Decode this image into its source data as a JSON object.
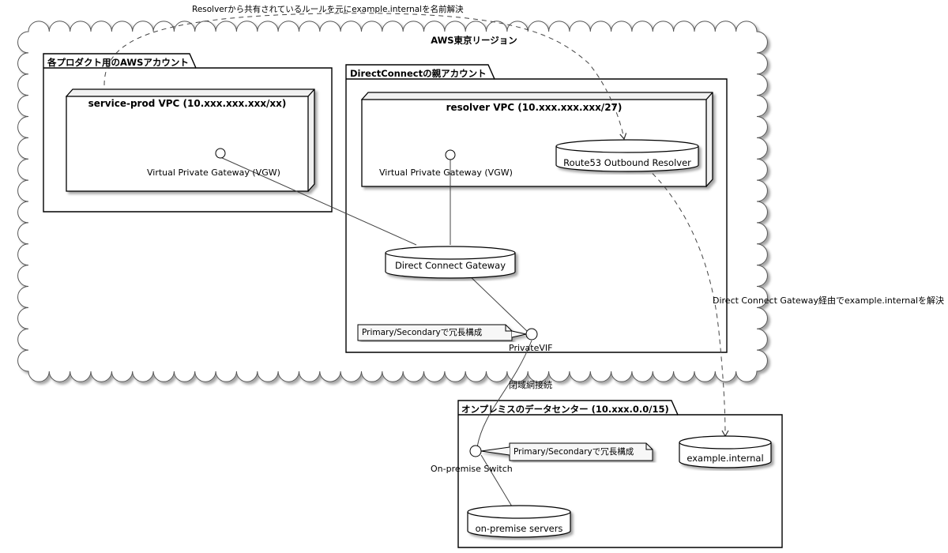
{
  "region": {
    "label": "AWS東京リージョン"
  },
  "product_account": {
    "title": "各プロダクト用のAWSアカウント",
    "vpc_title": "service-prod VPC (10.xxx.xxx.xxx/xx)",
    "vgw_label": "Virtual Private Gateway (VGW)"
  },
  "dc_account": {
    "title": "DirectConnectの親アカウント",
    "vpc_title": "resolver VPC (10.xxx.xxx.xxx/27)",
    "vgw_label": "Virtual Private Gateway (VGW)",
    "resolver_label": "Route53 Outbound Resolver",
    "dcgw_label": "Direct Connect Gateway",
    "vif_label": "PrivateVIF",
    "vif_note": "Primary/Secondaryで冗長構成"
  },
  "onprem": {
    "title": "オンプレミスのデータセンター (10.xxx.0.0/15)",
    "switch_label": "On-premise Switch",
    "switch_note": "Primary/Secondaryで冗長構成",
    "servers_label": "on-premise servers",
    "dns_label": "example.internal"
  },
  "edges": {
    "top_resolve": "Resolverから共有されているルールを元にexample.internalを名前解決",
    "dcgw_resolve": "Direct Connect Gateway経由でexample.internalを解決",
    "closed_net": "閉域網接続"
  }
}
